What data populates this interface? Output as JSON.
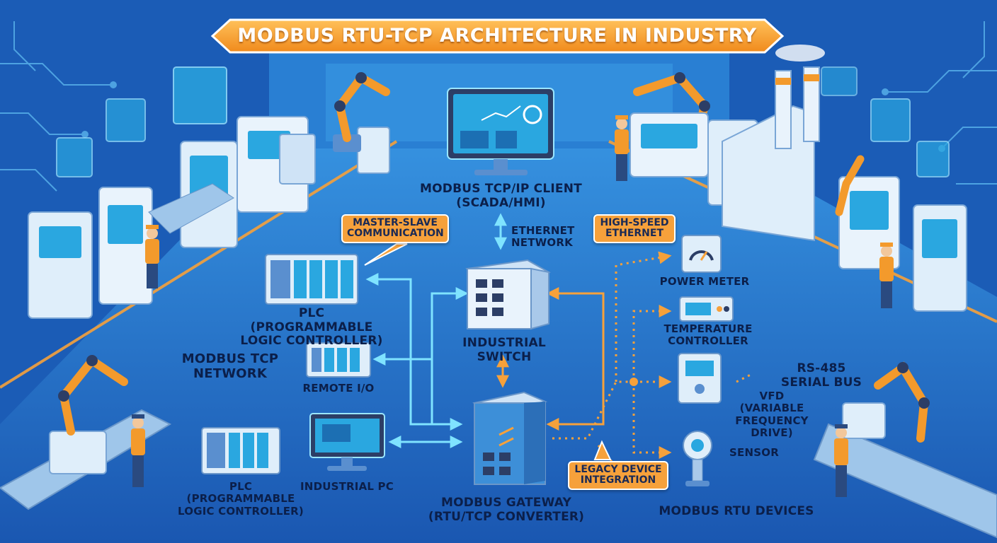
{
  "title": "MODBUS RTU-TCP ARCHITECTURE IN INDUSTRY",
  "nodes": {
    "scada": "MODBUS TCP/IP CLIENT\n(SCADA/HMI)",
    "ethernet": "ETHERNET\nNETWORK",
    "plc_top": "PLC (PROGRAMMABLE\nLOGIC CONTROLLER)",
    "switch": "INDUSTRIAL SWITCH",
    "tcp_network": "MODBUS TCP\nNETWORK",
    "remote_io": "REMOTE I/O",
    "plc_bottom": "PLC\n(PROGRAMMABLE\nLOGIC CONTROLLER)",
    "industrial_pc": "INDUSTRIAL PC",
    "gateway": "MODBUS GATEWAY\n(RTU/TCP CONVERTER)",
    "power_meter": "POWER METER",
    "temp_controller": "TEMPERATURE\nCONTROLLER",
    "rs485": "RS-485\nSERIAL BUS",
    "vfd": "VFD\n(VARIABLE\nFREQUENCY DRIVE)",
    "sensor": "SENSOR",
    "rtu_devices": "MODBUS RTU DEVICES"
  },
  "callouts": {
    "master_slave": "MASTER-SLAVE\nCOMMUNICATION",
    "high_speed": "HIGH-SPEED\nETHERNET",
    "legacy": "LEGACY DEVICE\nINTEGRATION"
  },
  "colors": {
    "background": "#1d5fb8",
    "tcp_link": "#7fe3ff",
    "rtu_link": "#f6a13b",
    "banner": "#f6a13b",
    "device_body": "#dfeefa",
    "screen": "#2aa7e0"
  }
}
